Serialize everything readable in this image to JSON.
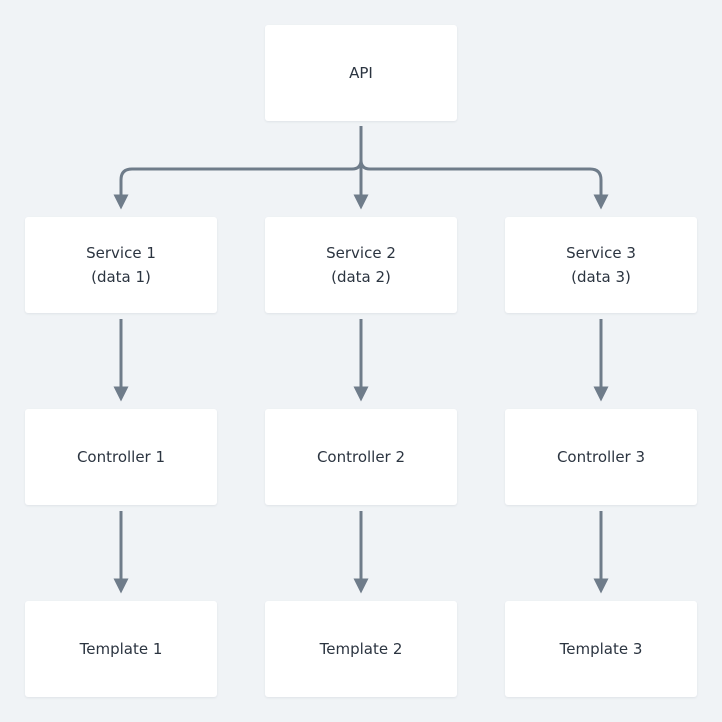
{
  "api": {
    "label": "API"
  },
  "columns": [
    {
      "service": "Service 1",
      "service_detail": "(data 1)",
      "controller": "Controller 1",
      "template": "Template 1"
    },
    {
      "service": "Service 2",
      "service_detail": "(data 2)",
      "controller": "Controller 2",
      "template": "Template 2"
    },
    {
      "service": "Service 3",
      "service_detail": "(data 3)",
      "controller": "Controller 3",
      "template": "Template 3"
    }
  ],
  "colors": {
    "background": "#f0f3f6",
    "node": "#ffffff",
    "connector": "#6f7c8a",
    "text": "#2b3440"
  }
}
